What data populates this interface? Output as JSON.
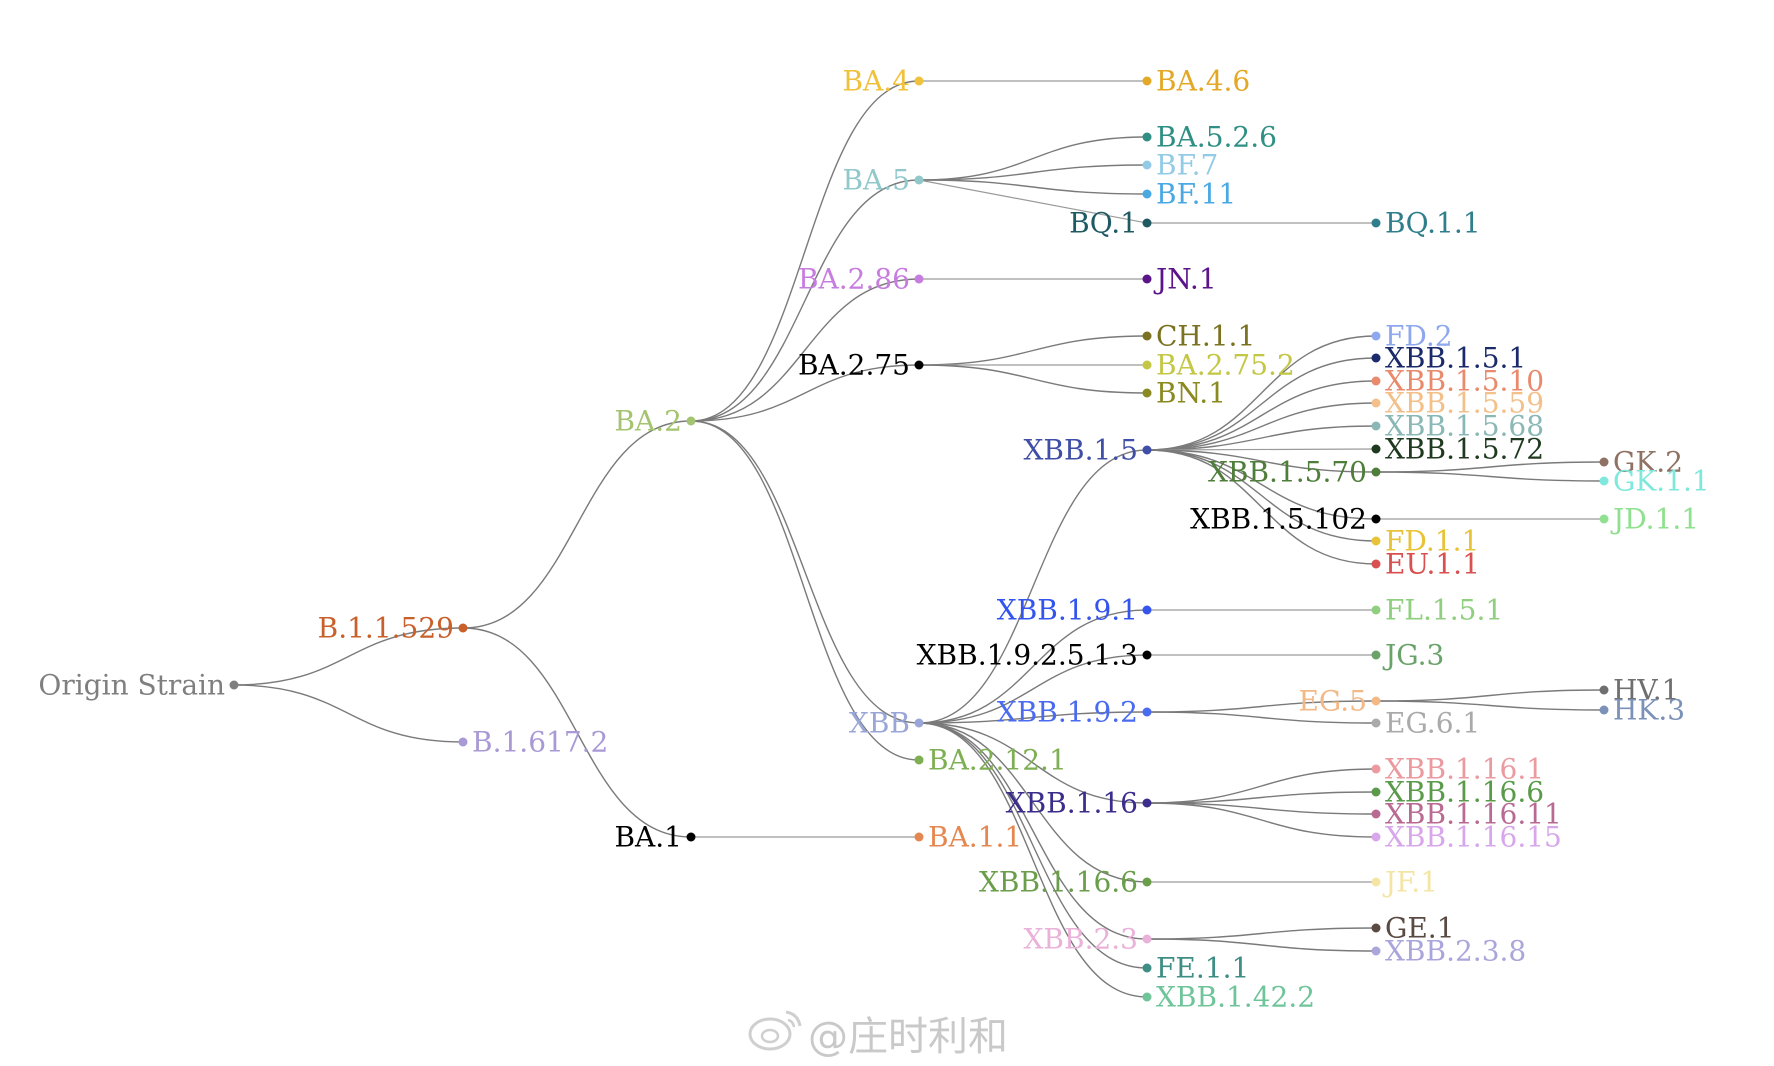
{
  "watermark": {
    "text": "@庄时利和",
    "icon": "weibo-logo-icon"
  },
  "nodes": [
    {
      "id": "origin",
      "label": "Origin Strain",
      "color": "#7f7f7f",
      "parent": null
    },
    {
      "id": "B11529",
      "label": "B.1.1.529",
      "color": "#c8602c",
      "parent": "origin"
    },
    {
      "id": "B16172",
      "label": "B.1.617.2",
      "color": "#a999d5",
      "parent": "origin"
    },
    {
      "id": "BA2",
      "label": "BA.2",
      "color": "#a4c472",
      "parent": "B11529"
    },
    {
      "id": "BA1",
      "label": "BA.1",
      "color": "#000000",
      "parent": "B11529"
    },
    {
      "id": "BA4",
      "label": "BA.4",
      "color": "#f0c13a",
      "parent": "BA2"
    },
    {
      "id": "BA5",
      "label": "BA.5",
      "color": "#90c8cc",
      "parent": "BA2"
    },
    {
      "id": "BA286",
      "label": "BA.2.86",
      "color": "#c77de0",
      "parent": "BA2"
    },
    {
      "id": "BA275",
      "label": "BA.2.75",
      "color": "#000000",
      "parent": "BA2"
    },
    {
      "id": "XBB",
      "label": "XBB",
      "color": "#9aa6d8",
      "parent": "BA2"
    },
    {
      "id": "BA2121",
      "label": "BA.2.12.1",
      "color": "#7faf53",
      "parent": "BA2"
    },
    {
      "id": "BA11",
      "label": "BA.1.1",
      "color": "#e58750",
      "parent": "BA1"
    },
    {
      "id": "BA46",
      "label": "BA.4.6",
      "color": "#e3a825",
      "parent": "BA4"
    },
    {
      "id": "BA526",
      "label": "BA.5.2.6",
      "color": "#2f8f84",
      "parent": "BA5"
    },
    {
      "id": "BF7",
      "label": "BF.7",
      "color": "#93cbe6",
      "parent": "BA5"
    },
    {
      "id": "BF11",
      "label": "BF.11",
      "color": "#4aa9e3",
      "parent": "BA5"
    },
    {
      "id": "BQ1",
      "label": "BQ.1",
      "color": "#1f5a63",
      "parent": "BA5"
    },
    {
      "id": "BQ11",
      "label": "BQ.1.1",
      "color": "#2f7e8c",
      "parent": "BQ1"
    },
    {
      "id": "JN1",
      "label": "JN.1",
      "color": "#5b1489",
      "parent": "BA286"
    },
    {
      "id": "CH11",
      "label": "CH.1.1",
      "color": "#7a7220",
      "parent": "BA275"
    },
    {
      "id": "BA2752",
      "label": "BA.2.75.2",
      "color": "#c3c744",
      "parent": "BA275"
    },
    {
      "id": "BN1",
      "label": "BN.1",
      "color": "#8b8a22",
      "parent": "BA275"
    },
    {
      "id": "XBB15",
      "label": "XBB.1.5",
      "color": "#3f4ea6",
      "parent": "XBB"
    },
    {
      "id": "XBB191",
      "label": "XBB.1.9.1",
      "color": "#3355ee",
      "parent": "XBB"
    },
    {
      "id": "XBB192513",
      "label": "XBB.1.9.2.5.1.3",
      "color": "#000000",
      "parent": "XBB"
    },
    {
      "id": "XBB192",
      "label": "XBB.1.9.2",
      "color": "#4a6af0",
      "parent": "XBB"
    },
    {
      "id": "XBB116",
      "label": "XBB.1.16",
      "color": "#3a2d8c",
      "parent": "XBB"
    },
    {
      "id": "XBB1166",
      "label": "XBB.1.16.6",
      "color": "#6a9e4a",
      "parent": "XBB"
    },
    {
      "id": "XBB23",
      "label": "XBB.2.3",
      "color": "#eab1d9",
      "parent": "XBB"
    },
    {
      "id": "FE11",
      "label": "FE.1.1",
      "color": "#3e8e85",
      "parent": "XBB"
    },
    {
      "id": "XBB1422",
      "label": "XBB.1.42.2",
      "color": "#6fc49a",
      "parent": "XBB"
    },
    {
      "id": "FD2",
      "label": "FD.2",
      "color": "#8ea8f0",
      "parent": "XBB15"
    },
    {
      "id": "XBB151",
      "label": "XBB.1.5.1",
      "color": "#1b2a6b",
      "parent": "XBB15"
    },
    {
      "id": "XBB1510",
      "label": "XBB.1.5.10",
      "color": "#e98a6c",
      "parent": "XBB15"
    },
    {
      "id": "XBB1559",
      "label": "XBB.1.5.59",
      "color": "#f3c08a",
      "parent": "XBB15"
    },
    {
      "id": "XBB1568",
      "label": "XBB.1.5.68",
      "color": "#8ab8b6",
      "parent": "XBB15"
    },
    {
      "id": "XBB1572",
      "label": "XBB.1.5.72",
      "color": "#1f3a1f",
      "parent": "XBB15"
    },
    {
      "id": "XBB1570",
      "label": "XBB.1.5.70",
      "color": "#4e7e3a",
      "parent": "XBB15"
    },
    {
      "id": "XBB15102",
      "label": "XBB.1.5.102",
      "color": "#000000",
      "parent": "XBB15"
    },
    {
      "id": "FD11",
      "label": "FD.1.1",
      "color": "#e8c33a",
      "parent": "XBB15"
    },
    {
      "id": "EU11",
      "label": "EU.1.1",
      "color": "#d95050",
      "parent": "XBB15"
    },
    {
      "id": "GK2",
      "label": "GK.2",
      "color": "#8e7264",
      "parent": "XBB1570"
    },
    {
      "id": "GK11",
      "label": "GK.1.1",
      "color": "#7fe8dc",
      "parent": "XBB1570"
    },
    {
      "id": "JD11",
      "label": "JD.1.1",
      "color": "#8fe08f",
      "parent": "XBB15102"
    },
    {
      "id": "FL151",
      "label": "FL.1.5.1",
      "color": "#8fcf7f",
      "parent": "XBB191"
    },
    {
      "id": "JG3",
      "label": "JG.3",
      "color": "#6aa36a",
      "parent": "XBB192513"
    },
    {
      "id": "EG5",
      "label": "EG.5",
      "color": "#f2b987",
      "parent": "XBB192"
    },
    {
      "id": "EG61",
      "label": "EG.6.1",
      "color": "#aaaaaa",
      "parent": "XBB192"
    },
    {
      "id": "HV1",
      "label": "HV.1",
      "color": "#6f6f6f",
      "parent": "EG5"
    },
    {
      "id": "HK3",
      "label": "HK.3",
      "color": "#7b91b8",
      "parent": "EG5"
    },
    {
      "id": "XBB1161",
      "label": "XBB.1.16.1",
      "color": "#eb9aa0",
      "parent": "XBB116"
    },
    {
      "id": "XBB1166b",
      "label": "XBB.1.16.6",
      "color": "#5a9a4a",
      "parent": "XBB116"
    },
    {
      "id": "XBB11611",
      "label": "XBB.1.16.11",
      "color": "#b96a92",
      "parent": "XBB116"
    },
    {
      "id": "XBB11615",
      "label": "XBB.1.16.15",
      "color": "#d8a6ea",
      "parent": "XBB116"
    },
    {
      "id": "JF1",
      "label": "JF.1",
      "color": "#f5e5a5",
      "parent": "XBB1166"
    },
    {
      "id": "GE1",
      "label": "GE.1",
      "color": "#5a4a42",
      "parent": "XBB23"
    },
    {
      "id": "XBB238",
      "label": "XBB.2.3.8",
      "color": "#aaa6dc",
      "parent": "XBB23"
    }
  ]
}
